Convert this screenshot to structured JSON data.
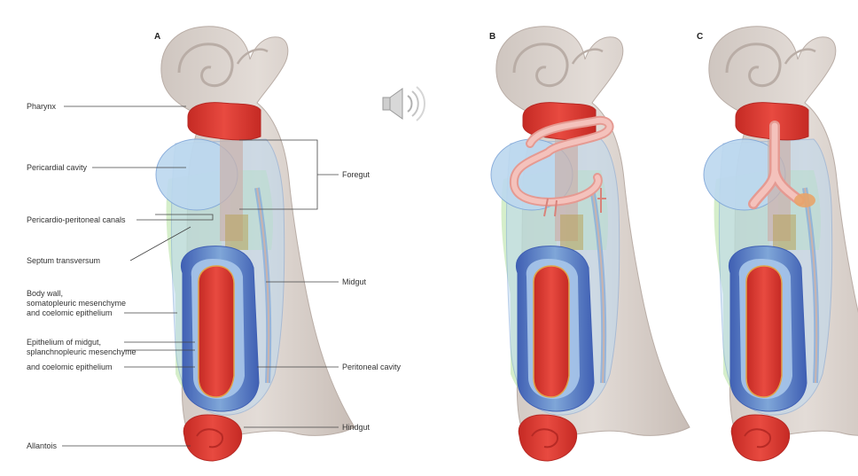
{
  "panels": [
    "A",
    "B",
    "C"
  ],
  "labels": {
    "pharynx": "Pharynx",
    "pericardial_cavity": "Pericardial cavity",
    "pericardio_peritoneal_canals": "Pericardio-peritoneal canals",
    "septum_transversum": "Septum transversum",
    "body_wall_1": "Body wall,",
    "body_wall_2": "somatopleuric mesenchyme",
    "body_wall_3": "and coelomic epithelium",
    "epithelium_1": "Epithelium of midgut,",
    "epithelium_2": "splanchnopleuric mesenchyme",
    "epithelium_3": "and coelomic epithelium",
    "allantois": "Allantois",
    "foregut": "Foregut",
    "midgut": "Midgut",
    "peritoneal_cavity": "Peritoneal cavity",
    "hindgut": "Hindgut"
  },
  "colors": {
    "body": "#d9d1cc",
    "body_edge": "#b9ada6",
    "red": "#e0413a",
    "red_dark": "#b72a25",
    "blue_light": "#bcd8ef",
    "blue_mid": "#7fa6d8",
    "blue_dark": "#4d6fbf",
    "green": "#b9e3a6",
    "gut_pink": "#f0b5ae",
    "speaker": "#aaaaaa"
  },
  "icons": {
    "speaker": "speaker-icon"
  }
}
